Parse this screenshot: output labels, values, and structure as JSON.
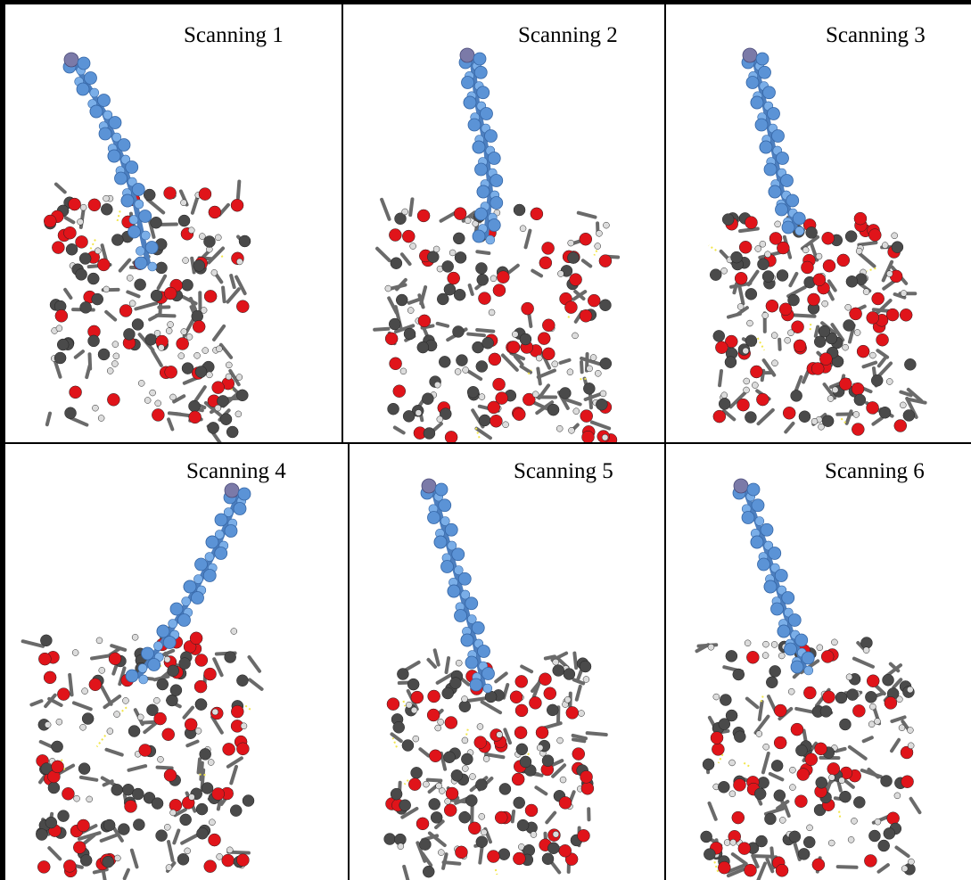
{
  "panels": [
    {
      "label": "Scanning 1"
    },
    {
      "label": "Scanning 2"
    },
    {
      "label": "Scanning 3"
    },
    {
      "label": "Scanning 4"
    },
    {
      "label": "Scanning 5"
    },
    {
      "label": "Scanning 6"
    }
  ],
  "colors": {
    "chain_atom": "#5b93d6",
    "chain_terminal_atom": "#7b7aa8",
    "oxygen": "#e0141a",
    "carbon": "#4a4a4a",
    "hydrogen": "#dcdcdc",
    "hbond": "#f2e64a",
    "grid_line": "#000000"
  }
}
